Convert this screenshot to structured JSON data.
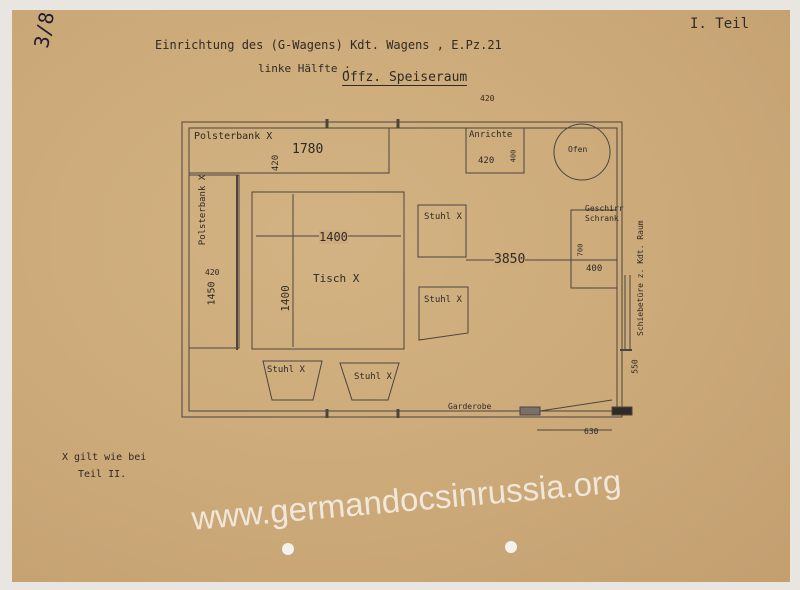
{
  "header": {
    "archive_number": "3/8",
    "part": "I. Teil",
    "title": "Einrichtung des (G-Wagens) Kdt. Wagens , E.Pz.21",
    "subtitle_label": "linke Hälfte :",
    "subtitle": "Offz. Speiseraum"
  },
  "plan": {
    "labels": {
      "polsterbank_top": "Polsterbank X",
      "polsterbank_left": "Polsterbank X",
      "anrichte": "Anrichte",
      "ofen": "Ofen",
      "geschirrschrank": "Geschirr Schrank",
      "tisch": "Tisch X",
      "stuhl_1": "Stuhl X",
      "stuhl_2": "Stuhl X",
      "stuhl_3": "Stuhl X",
      "stuhl_4": "Stuhl X",
      "garderobe": "Garderobe",
      "schiebetuer": "Schiebetüre z. Kdt. Raum"
    },
    "dimensions": {
      "d420_top": "420",
      "d420_bank": "420",
      "d1780": "1780",
      "d420_anrichte": "420",
      "d400_anrichte": "400",
      "d1400_w": "1400",
      "d1400_h": "1400",
      "d420_left": "420",
      "d1450": "1450",
      "d3850": "3850",
      "d400": "400",
      "d700": "700",
      "d550": "550",
      "d630": "630"
    }
  },
  "footnote": {
    "line1": "X gilt wie bei",
    "line2": "Teil II."
  },
  "watermark": "www.germandocsinrussia.org"
}
